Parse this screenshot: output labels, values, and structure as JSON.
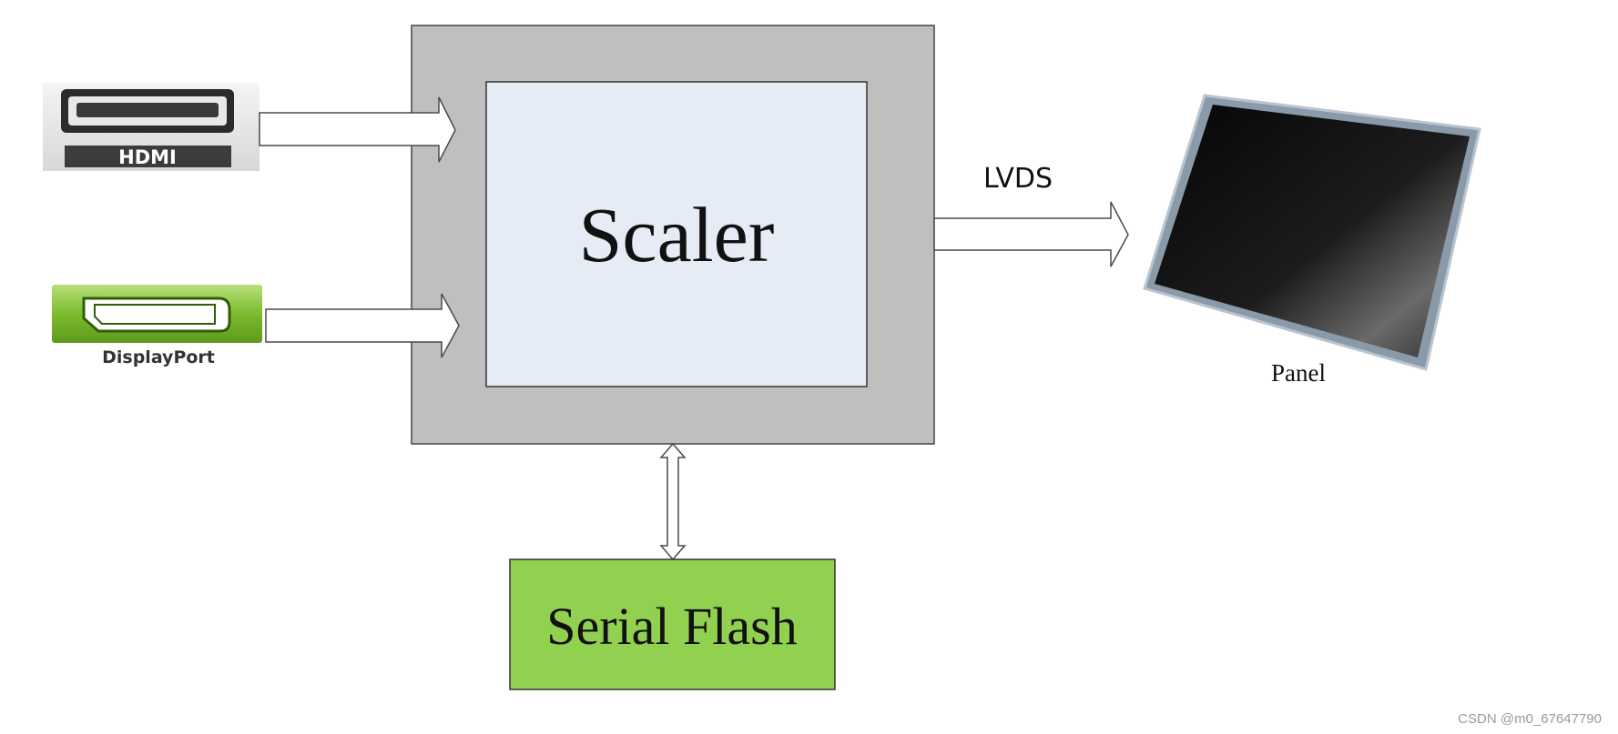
{
  "colors": {
    "outer_block": "#bfbfbf",
    "scaler_fill": "#e5ecf6",
    "flash_fill": "#92d050",
    "arrow_fill": "#ffffff",
    "arrow_stroke": "#4a4a4a",
    "text": "#111111"
  },
  "diagram": {
    "scaler": {
      "label": "Scaler"
    },
    "flash": {
      "label": "Serial Flash"
    },
    "output": {
      "label": "LVDS"
    },
    "panel": {
      "label": "Panel",
      "icon": "lcd-panel-icon"
    },
    "inputs": [
      {
        "label": "HDMI",
        "icon": "hdmi-port-icon"
      },
      {
        "label": "DisplayPort",
        "icon": "displayport-icon"
      }
    ]
  },
  "watermark": "CSDN @m0_67647790"
}
